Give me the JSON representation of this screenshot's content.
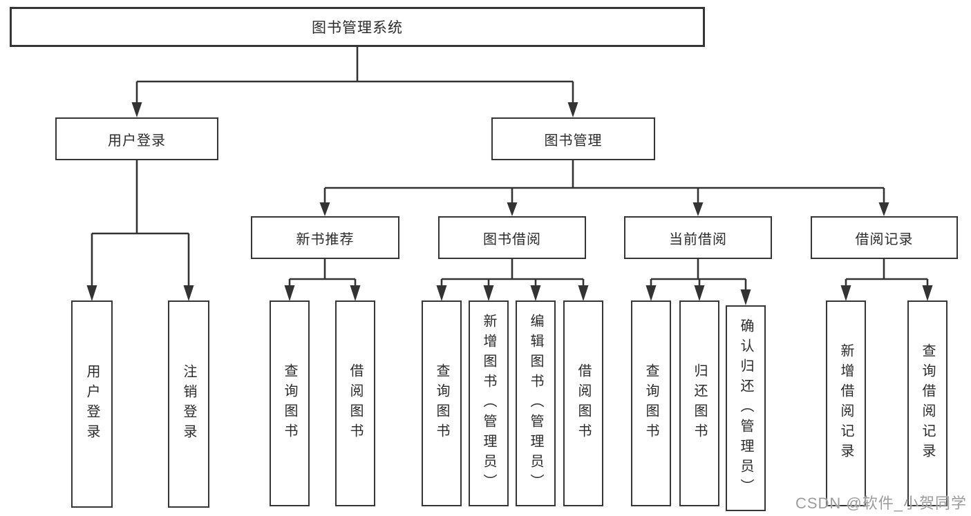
{
  "colors": {
    "background": "#ffffff",
    "line": "#333333",
    "box_border": "#353535",
    "text": "#2b2b2b",
    "watermark": "#9c9c9c"
  },
  "diagram": {
    "type": "hierarchy-tree",
    "root": {
      "label": "图书管理系统"
    },
    "branches": [
      {
        "label": "用户登录",
        "children": [
          {
            "label": "用户登录"
          },
          {
            "label": "注销登录"
          }
        ]
      },
      {
        "label": "图书管理",
        "children": [
          {
            "label": "新书推荐",
            "children": [
              {
                "label": "查询图书"
              },
              {
                "label": "借阅图书"
              }
            ]
          },
          {
            "label": "图书借阅",
            "children": [
              {
                "label": "查询图书"
              },
              {
                "label": "新增图书（管理员）"
              },
              {
                "label": "编辑图书（管理员）"
              },
              {
                "label": "借阅图书"
              }
            ]
          },
          {
            "label": "当前借阅",
            "children": [
              {
                "label": "查询图书"
              },
              {
                "label": "归还图书"
              },
              {
                "label": "确认归还（管理员）"
              }
            ]
          },
          {
            "label": "借阅记录",
            "children": [
              {
                "label": "新增借阅记录"
              },
              {
                "label": "查询借阅记录"
              }
            ]
          }
        ]
      }
    ]
  },
  "watermark": {
    "text": "CSDN @软件_小贺同学"
  }
}
